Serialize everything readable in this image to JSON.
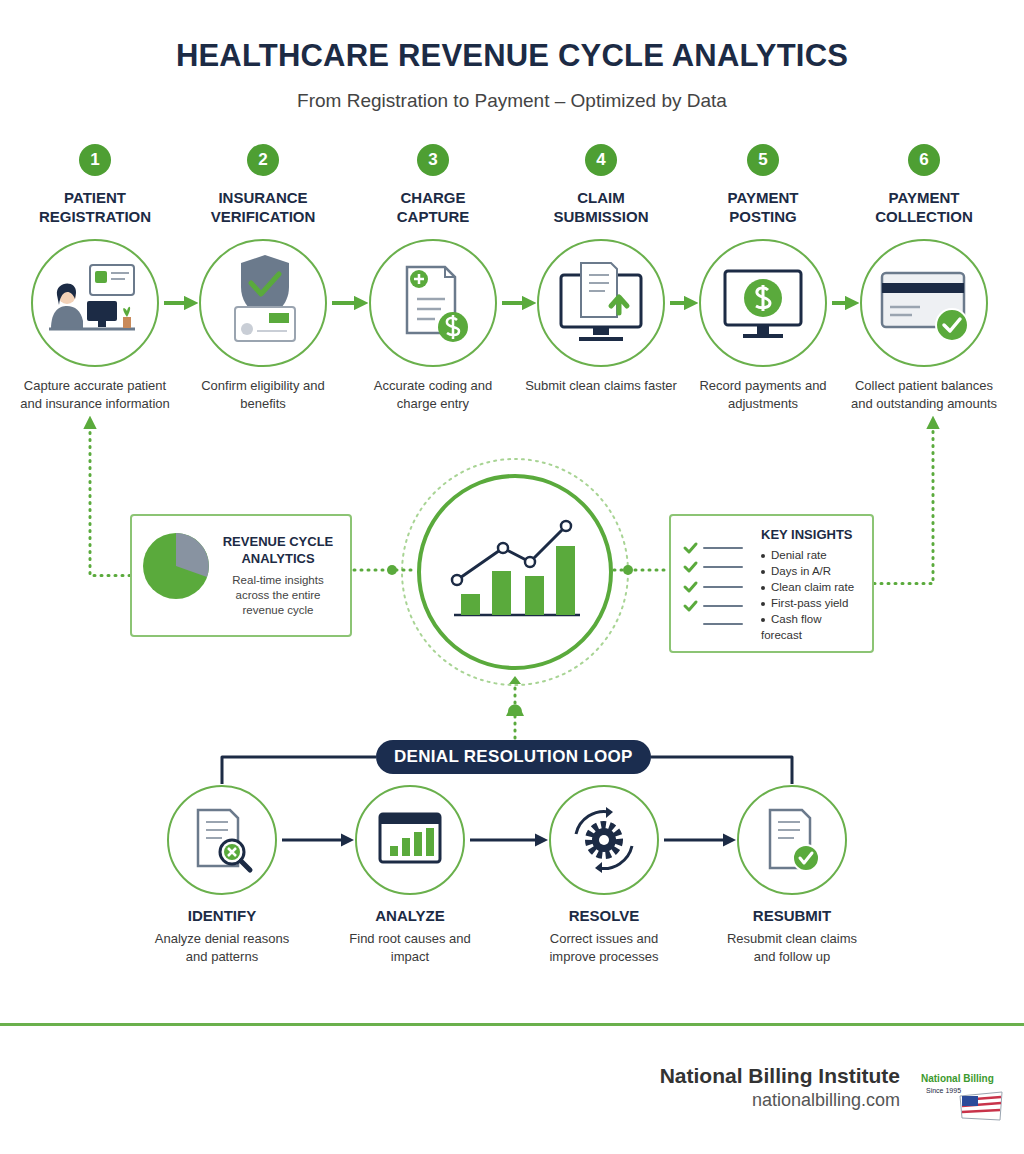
{
  "diagram": {
    "title": "HEALTHCARE REVENUE CYCLE ANALYTICS",
    "nodes": [
      {
        "text": [
          "1",
          "PATIENT REGISTRATION",
          "Capture accurate patient and insurance information"
        ]
      },
      {
        "text": [
          "2",
          "INSURANCE VERIFICATION",
          "Confirm eligibility and benefits"
        ]
      },
      {
        "text": [
          "3",
          "CHARGE CAPTURE",
          "Accurate coding and charge entry"
        ]
      },
      {
        "text": [
          "4",
          "CLAIM SUBMISSION",
          "Submit clean claims faster"
        ]
      },
      {
        "text": [
          "5",
          "PAYMENT POSTING",
          "Record payments and adjustments"
        ]
      },
      {
        "text": [
          "6",
          "PAYMENT COLLECTION",
          "Collect patient balances and outstanding amounts"
        ]
      },
      {
        "text": [
          "REVENUE CYCLE ANALYTICS",
          "Real-time insights across the entire revenue cycle"
        ]
      },
      {
        "text": [
          "KEY INSIGHTS",
          "Denial rate",
          "Days in A/R",
          "Clean claim rate",
          "First-pass yield",
          "Cash flow forecast"
        ]
      },
      {
        "text": [
          "DENIAL RESOLUTION LOOP"
        ]
      },
      {
        "text": [
          "IDENTIFY",
          "Analyze denial reasons and patterns"
        ]
      },
      {
        "text": [
          "ANALYZE",
          "Find root causes and impact"
        ]
      },
      {
        "text": [
          "RESOLVE",
          "Correct issues and improve processes"
        ]
      },
      {
        "text": [
          "RESUBMIT",
          "Resubmit clean claims and follow up"
        ]
      }
    ],
    "edges": [
      {
        "from": 0,
        "to": 1,
        "arrow": "to"
      },
      {
        "from": 1,
        "to": 2,
        "arrow": "to"
      },
      {
        "from": 2,
        "to": 3,
        "arrow": "to"
      },
      {
        "from": 3,
        "to": 4,
        "arrow": "to"
      },
      {
        "from": 4,
        "to": 5,
        "arrow": "to"
      },
      {
        "from": 6,
        "to": 0,
        "arrow": "to"
      },
      {
        "from": 7,
        "to": 5,
        "arrow": "to"
      },
      {
        "from": 8,
        "to": 9,
        "arrow": "none"
      },
      {
        "from": 8,
        "to": 12,
        "arrow": "none"
      },
      {
        "from": 9,
        "to": 10,
        "arrow": "to"
      },
      {
        "from": 10,
        "to": 11,
        "arrow": "to"
      },
      {
        "from": 11,
        "to": 12,
        "arrow": "to"
      }
    ],
    "labels": [
      "From Registration to Payment – Optimized by Data",
      "National Billing Institute",
      "nationalbilling.com",
      "National Billing",
      "Since 1995"
    ]
  }
}
